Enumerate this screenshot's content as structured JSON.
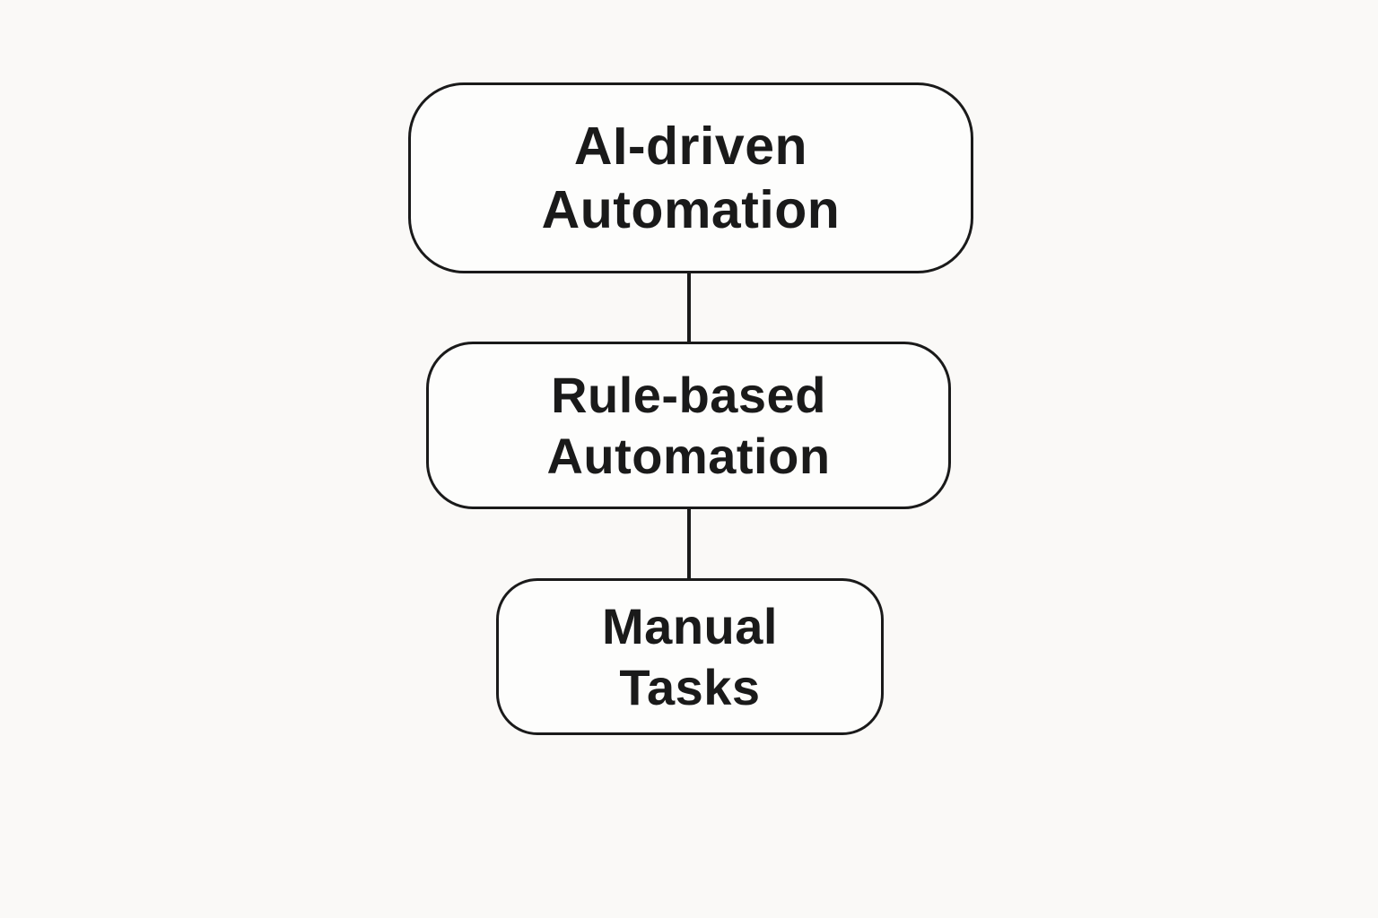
{
  "diagram": {
    "type": "flowchart",
    "direction": "top-down",
    "nodes": [
      {
        "id": "ai-driven-automation",
        "label": "AI-driven\nAutomation"
      },
      {
        "id": "rule-based-automation",
        "label": "Rule-based\nAutomation"
      },
      {
        "id": "manual-tasks",
        "label": "Manual\nTasks"
      }
    ],
    "edges": [
      {
        "from": "ai-driven-automation",
        "to": "rule-based-automation",
        "style": "plain-line"
      },
      {
        "from": "rule-based-automation",
        "to": "manual-tasks",
        "style": "plain-line"
      }
    ],
    "colors": {
      "canvas_background": "#faf9f7",
      "node_fill": "#fdfdfc",
      "node_border": "#1a1a1a",
      "text": "#1a1a1a"
    }
  }
}
